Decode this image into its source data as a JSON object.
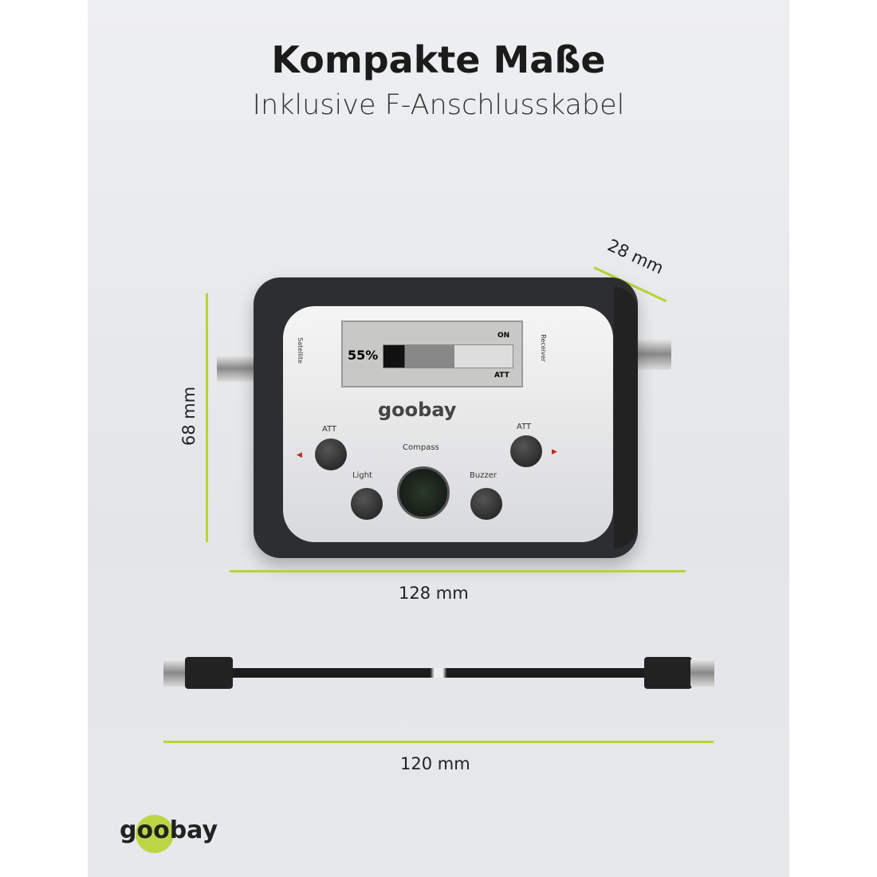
{
  "header": {
    "title": "Kompakte Maße",
    "subtitle": "Inklusive F-Anschlusskabel"
  },
  "dimensions": {
    "depth": "28 mm",
    "height": "68 mm",
    "width": "128 mm",
    "cable_length": "120 mm"
  },
  "device": {
    "brand": "goobay",
    "lcd": {
      "percent": "55%",
      "signal_level": 0.55,
      "label_on": "ON",
      "label_att": "ATT"
    },
    "port_left": "Satellite",
    "port_right": "Receiver",
    "buttons": {
      "att_left": "ATT",
      "att_right": "ATT",
      "light": "Light",
      "buzzer": "Buzzer",
      "compass": "Compass"
    }
  },
  "footer": {
    "logo": "goobay"
  },
  "colors": {
    "accent": "#b6d433",
    "device": "#2d2e30"
  }
}
